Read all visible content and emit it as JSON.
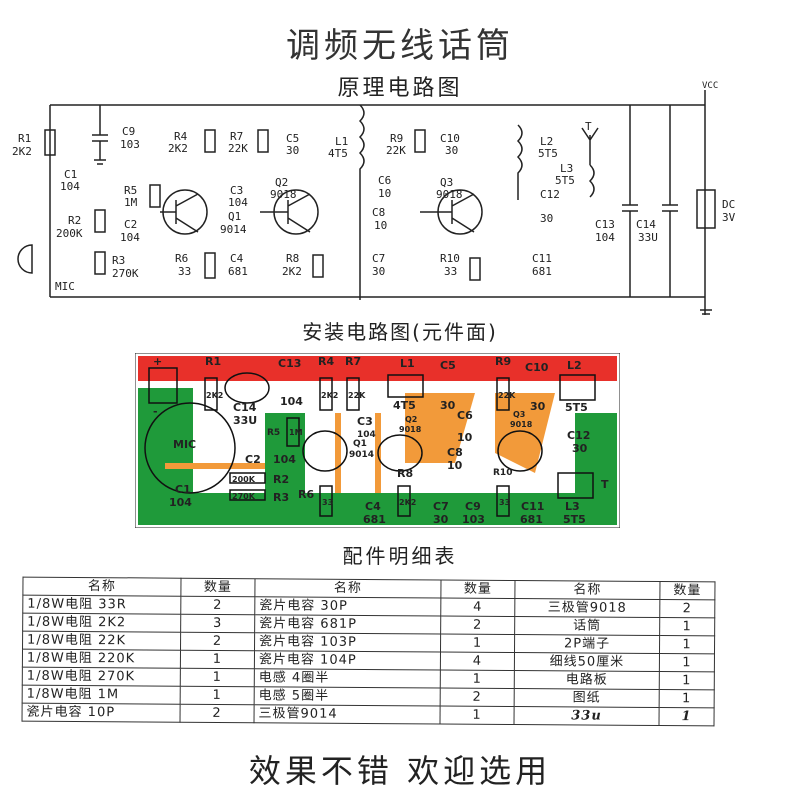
{
  "title": "调频无线话筒",
  "schematic": {
    "title": "原理电路图",
    "labels": {
      "R1": "R1",
      "R1v": "2K2",
      "C9": "C9",
      "C9v": "103",
      "R4": "R4",
      "R4v": "2K2",
      "R7": "R7",
      "R7v": "22K",
      "C5": "C5",
      "C5v": "30",
      "L1": "L1",
      "L1v": "4T5",
      "R9": "R9",
      "R9v": "22K",
      "C10": "C10",
      "C10v": "30",
      "L2": "L2",
      "L2v": "5T5",
      "L3": "L3",
      "L3v": "5T5",
      "T": "T",
      "VCC": "VCC",
      "C1": "C1",
      "C1v": "104",
      "R5": "R5",
      "R5v": "1M",
      "C3": "C3",
      "C3v": "104",
      "Q2": "Q2",
      "Q2v": "9018",
      "C6": "C6",
      "C6v": "10",
      "Q3": "Q3",
      "Q3v": "9018",
      "C12": "C12",
      "C12v": "30",
      "C13": "C13",
      "C13v": "104",
      "C14": "C14",
      "C14v": "33U",
      "DC": "DC",
      "DCv": "3V",
      "R2": "R2",
      "R2v": "200K",
      "C2": "C2",
      "C2v": "104",
      "Q1": "Q1",
      "Q1v": "9014",
      "C8": "C8",
      "C8v": "10",
      "R6": "R6",
      "R6v": "33",
      "C4": "C4",
      "C4v": "681",
      "R8": "R8",
      "R8v": "2K2",
      "C7": "C7",
      "C7v": "30",
      "R10": "R10",
      "R10v": "33",
      "C11": "C11",
      "C11v": "681",
      "R3": "R3",
      "R3v": "270K",
      "MIC": "MIC"
    }
  },
  "pcb": {
    "title": "安装电路图(元件面)",
    "colors": {
      "red": "#e8302a",
      "green": "#1f9a3a",
      "orange": "#f29a3a"
    },
    "labels": {
      "plus": "+",
      "minus": "-",
      "R1": "R1",
      "R1v": "2K2",
      "C14": "C14",
      "C14v": "33U",
      "C13": "C13",
      "C13v": "104",
      "R4": "R4",
      "R4v": "2K2",
      "R7": "R7",
      "R7v": "22K",
      "L1": "L1",
      "L1v": "4T5",
      "C5": "C5",
      "C5v": "30",
      "R9": "R9",
      "R9v": "22K",
      "C10": "C10",
      "C10v": "30",
      "L2": "L2",
      "L2v": "5T5",
      "MIC": "MIC",
      "R5": "R5",
      "R5v": "1M",
      "C3": "C3",
      "C3v": "104",
      "Q2": "Q2",
      "Q2v": "9018",
      "C6": "C6",
      "C6v": "10",
      "Q3": "Q3",
      "Q3v": "9018",
      "Q1": "Q1",
      "Q1v": "9014",
      "C8": "C8",
      "C8v": "10",
      "C12": "C12",
      "C12v": "30",
      "C2": "C2",
      "C2v": "104",
      "R2": "R2",
      "R2v": "200K",
      "R3": "R3",
      "R3v": "270K",
      "C1": "C1",
      "C1v": "104",
      "R6": "R6",
      "R6v": "33",
      "R8": "R8",
      "R8v": "2K2",
      "R10": "R10",
      "R10v": "33",
      "C4": "C4",
      "C4v": "681",
      "C7": "C7",
      "C7v": "30",
      "C9": "C9",
      "C9v": "103",
      "C11": "C11",
      "C11v": "681",
      "L3": "L3",
      "L3v": "5T5",
      "T": "T"
    }
  },
  "parts": {
    "title": "配件明细表",
    "headers": {
      "name": "名称",
      "qty": "数量"
    },
    "rows": [
      {
        "a": "1/8W电阻 33R",
        "aq": "2",
        "b": "瓷片电容 30P",
        "bq": "4",
        "c": "三极管9018",
        "cq": "2"
      },
      {
        "a": "1/8W电阻 2K2",
        "aq": "3",
        "b": "瓷片电容 681P",
        "bq": "2",
        "c": "话筒",
        "cq": "1"
      },
      {
        "a": "1/8W电阻 22K",
        "aq": "2",
        "b": "瓷片电容 103P",
        "bq": "1",
        "c": "2P端子",
        "cq": "1"
      },
      {
        "a": "1/8W电阻 220K",
        "aq": "1",
        "b": "瓷片电容 104P",
        "bq": "4",
        "c": "细线50厘米",
        "cq": "1"
      },
      {
        "a": "1/8W电阻 270K",
        "aq": "1",
        "b": "电感 4圈半",
        "bq": "1",
        "c": "电路板",
        "cq": "1"
      },
      {
        "a": "1/8W电阻 1M",
        "aq": "1",
        "b": "电感 5圈半",
        "bq": "2",
        "c": "图纸",
        "cq": "1"
      },
      {
        "a": "瓷片电容 10P",
        "aq": "2",
        "b": "三极管9014",
        "bq": "1",
        "c": "33u",
        "cq": "1"
      }
    ]
  },
  "footer": "效果不错 欢迎选用"
}
